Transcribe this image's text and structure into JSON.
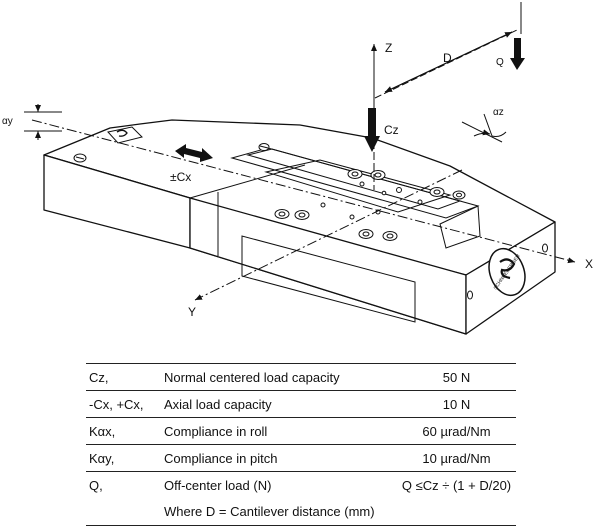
{
  "figure": {
    "labels": {
      "z": "Z",
      "d": "D",
      "q": "Q",
      "cz": "Cz",
      "alpha_z": "αz",
      "alpha_y": "αy",
      "cx": "±Cx",
      "x": "X",
      "y": "Y"
    }
  },
  "table": {
    "rows": [
      {
        "symbol": "Cz,",
        "description": "Normal centered load capacity",
        "value": "50 N"
      },
      {
        "symbol": "-Cx, +Cx,",
        "description": "Axial load capacity",
        "value": "10 N"
      },
      {
        "symbol": "Kαx,",
        "description": "Compliance in roll",
        "value": "60 µrad/Nm"
      },
      {
        "symbol": "Kαy,",
        "description": "Compliance in pitch",
        "value": "10 µrad/Nm"
      },
      {
        "symbol": "Q,",
        "description": "Off-center load (N)",
        "value": "Q ≤Cz ÷ (1 + D/20)"
      }
    ],
    "note": "Where D = Cantilever distance (mm)"
  }
}
